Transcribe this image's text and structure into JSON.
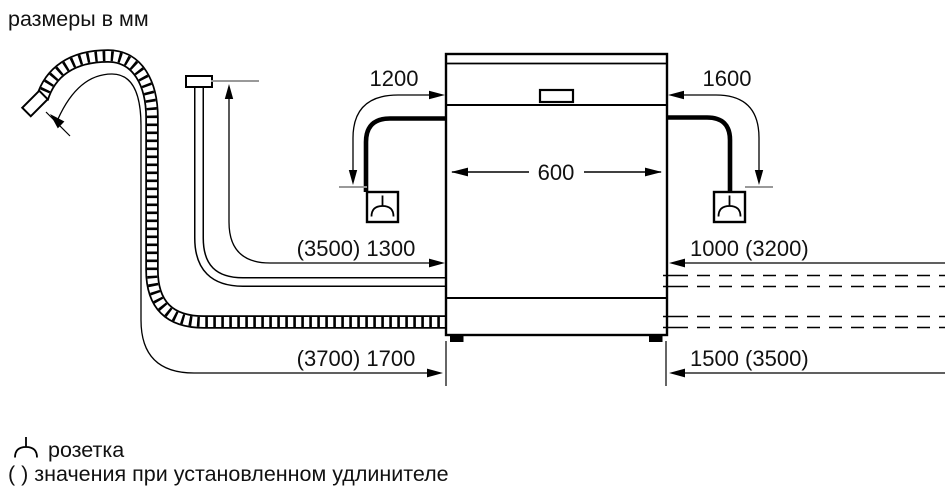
{
  "title": "размеры в мм",
  "labels": {
    "cord_left_length": "1200",
    "cord_right_length": "1600",
    "appliance_width": "600",
    "supply_hose_length": "(3500) 1300",
    "drain_hose_length": "(3700) 1700",
    "right_supply_length": "1000 (3200)",
    "right_drain_length": "1500 (3500)"
  },
  "legend": {
    "socket_label": "розетка",
    "extension_note": "( ) значения при установленном удлинителе"
  },
  "icons": {
    "socket": "socket-icon"
  },
  "colors": {
    "line": "#000000",
    "tick_gray": "#999999",
    "background": "#ffffff"
  }
}
